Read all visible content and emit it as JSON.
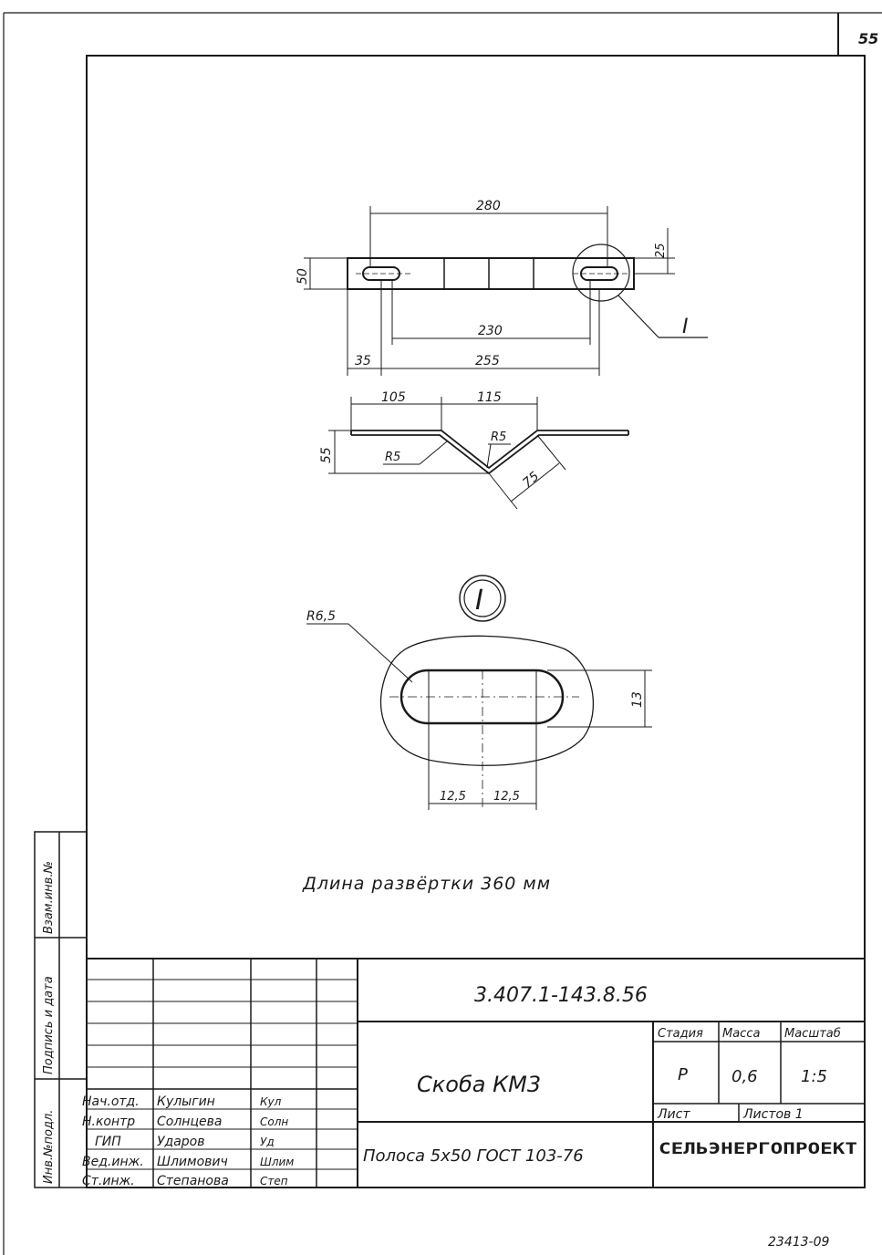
{
  "sheet_number": "55",
  "detail_marker": "I",
  "dimensions": {
    "top_view": {
      "overall": "280",
      "height": "50",
      "half_height": "25",
      "between_holes": "230",
      "edge_offset": "35",
      "span": "255"
    },
    "profile": {
      "left_flat": "105",
      "bend_width": "115",
      "depth": "55",
      "radius_outer": "R5",
      "radius_inner": "R5",
      "leg": "75"
    },
    "detail": {
      "radius": "R6,5",
      "slot_height": "13",
      "half_left": "12,5",
      "half_right": "12,5"
    }
  },
  "development_length_note": "Длина развёртки 360 мм",
  "title_block": {
    "document_code": "3.407.1-143.8.56",
    "item_name": "Скоба КМ3",
    "material": "Полоса 5х50 ГОСТ 103-76",
    "stage_label": "Стадия",
    "mass_label": "Масса",
    "scale_label": "Масштаб",
    "stage_value": "Р",
    "mass_value": "0,6",
    "scale_value": "1:5",
    "sheet_label": "Лист",
    "sheets_label": "Листов 1",
    "organization": "СЕЛЬЭНЕРГОПРОЕКТ",
    "signatures": [
      {
        "role": "Нач.отд.",
        "name": "Кулыгин",
        "sign": "Кул"
      },
      {
        "role": "Н.контр",
        "name": "Солнцева",
        "sign": "Солн"
      },
      {
        "role": "ГИП",
        "name": "Удаpов",
        "sign": "Уд"
      },
      {
        "role": "Вед.инж.",
        "name": "Шлимович",
        "sign": "Шлим"
      },
      {
        "role": "Ст.инж.",
        "name": "Степанова",
        "sign": "Степ"
      }
    ]
  },
  "side_stamps": {
    "replace_inv": "Взам.инв.№",
    "sign_date": "Подпись и дата",
    "inv_orig": "Инв.№подл."
  },
  "footer_code": "23413-09"
}
